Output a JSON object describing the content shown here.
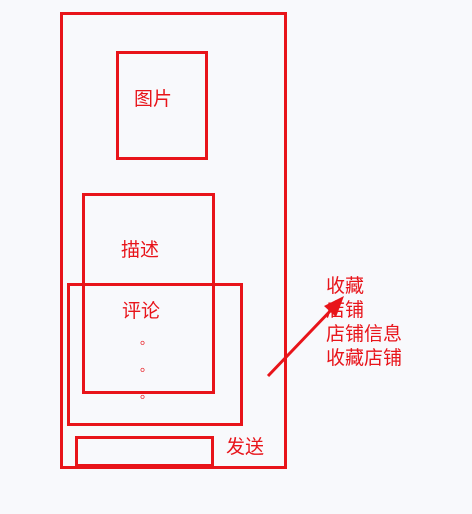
{
  "labels": {
    "image": "图片",
    "description": "描述",
    "comments": "评论",
    "dot": "。",
    "send": "发送"
  },
  "popup_menu": {
    "items": [
      {
        "label": "收藏"
      },
      {
        "label": "店铺"
      },
      {
        "label": "店铺信息"
      },
      {
        "label": "收藏店铺"
      }
    ]
  },
  "colors": {
    "stroke": "#e8141a",
    "background": "#f8f9fc"
  },
  "icons": {
    "arrow": "arrow-icon"
  }
}
